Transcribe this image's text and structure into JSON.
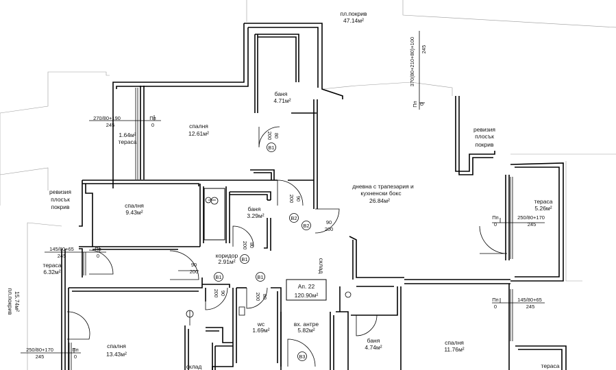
{
  "roof_labels": {
    "roof_top_name": "пл.покрив",
    "roof_top_area": "47.14м²",
    "roof_left_name": "пл.покрив",
    "roof_left_area": "15.74м²",
    "revision_right": [
      "ревизия",
      "плосък",
      "покрив"
    ],
    "revision_left": [
      "ревизия",
      "плосък",
      "покрив"
    ]
  },
  "rooms": {
    "bath1_name": "баня",
    "bath1_area": "4.71м²",
    "bed1_name": "спалня",
    "bed1_area": "12.61м²",
    "terrace1_area": "1.64м²",
    "terrace1_name": "тераса",
    "living_name1": "дневна с трапезария и",
    "living_name2": "кухненски бокс",
    "living_area": "26.84м²",
    "bed2_name": "спалня",
    "bed2_area": "9.43м²",
    "bath2_name": "баня",
    "bath2_area": "3.29м²",
    "terrace2_name": "тераса",
    "terrace2_area": "5.26м²",
    "corridor_name": "коридор",
    "corridor_area": "2.91м²",
    "terrace3_name": "тераса",
    "terrace3_area": "6.32м²",
    "storage1_name": "склад",
    "apt_name": "Ап. 22",
    "apt_area": "120.90м²",
    "wc_name": "wc",
    "wc_area": "1.69м²",
    "entry_name": "вх. антре",
    "entry_area": "5.82м²",
    "bed3_name": "спалня",
    "bed3_area": "13.43м²",
    "bath3_name": "баня",
    "bath3_area": "4.74м²",
    "bed4_name": "спалня",
    "bed4_area": "11.76м²",
    "storage2_name": "склад",
    "terrace4_name": "тераса"
  },
  "openings": {
    "top_vertical": "370(80+210+80)+100",
    "top_vertical_2": "245",
    "top_pp": "Пп",
    "top_pp_0": "0",
    "t1_dim": "270/80+190",
    "t1_dim2": "245",
    "t1_pp": "Пп",
    "t1_pp0": "0",
    "r1_dim": "250/80+170",
    "r1_dim2": "245",
    "r1_pp": "Пп",
    "r1_pp0": "0",
    "l1_dim": "145/80+65",
    "l1_dim2": "245",
    "l1_pp": "Пп",
    "l1_pp0": "0",
    "r2_dim": "145/80+65",
    "r2_dim2": "245",
    "r2_pp": "Пп",
    "r2_pp0": "0",
    "l2_dim": "250/80+170",
    "l2_dim2": "245",
    "l2_pp": "Пп",
    "l2_pp0": "0"
  },
  "doors": {
    "d1_w": "80",
    "d1_h": "200",
    "d1_tag": "В1",
    "d2_w": "90",
    "d2_h": "200",
    "d2_tag": "В2",
    "d3_w": "90",
    "d3_h": "200",
    "d3_tag": "В2",
    "d4_w": "80",
    "d4_h": "200",
    "d4_tag": "В1",
    "d5_w": "90",
    "d5_h": "200",
    "d5_tag": "В1",
    "d6_w": "90",
    "d6_h": "200",
    "d6_tag": "В1",
    "d7_w": "80",
    "d7_h": "200",
    "d7_tag": "В1",
    "d8_tag": "В3"
  }
}
